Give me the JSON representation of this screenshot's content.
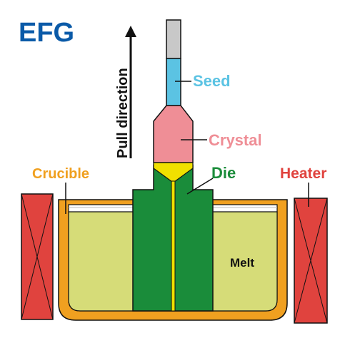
{
  "title": "EFG",
  "pull_direction": "Pull direction",
  "labels": {
    "seed": "Seed",
    "crystal": "Crystal",
    "crucible": "Crucible",
    "die": "Die",
    "heater": "Heater",
    "melt": "Melt"
  },
  "colors": {
    "title": "#0a5aa8",
    "seed": "#5bc3e3",
    "seed_rod": "#c8c8c8",
    "crystal": "#ef8e96",
    "crucible": "#f0a020",
    "die": "#1a8c3a",
    "heater": "#e0433e",
    "melt": "#d6dc78",
    "meniscus": "#f0e000"
  }
}
